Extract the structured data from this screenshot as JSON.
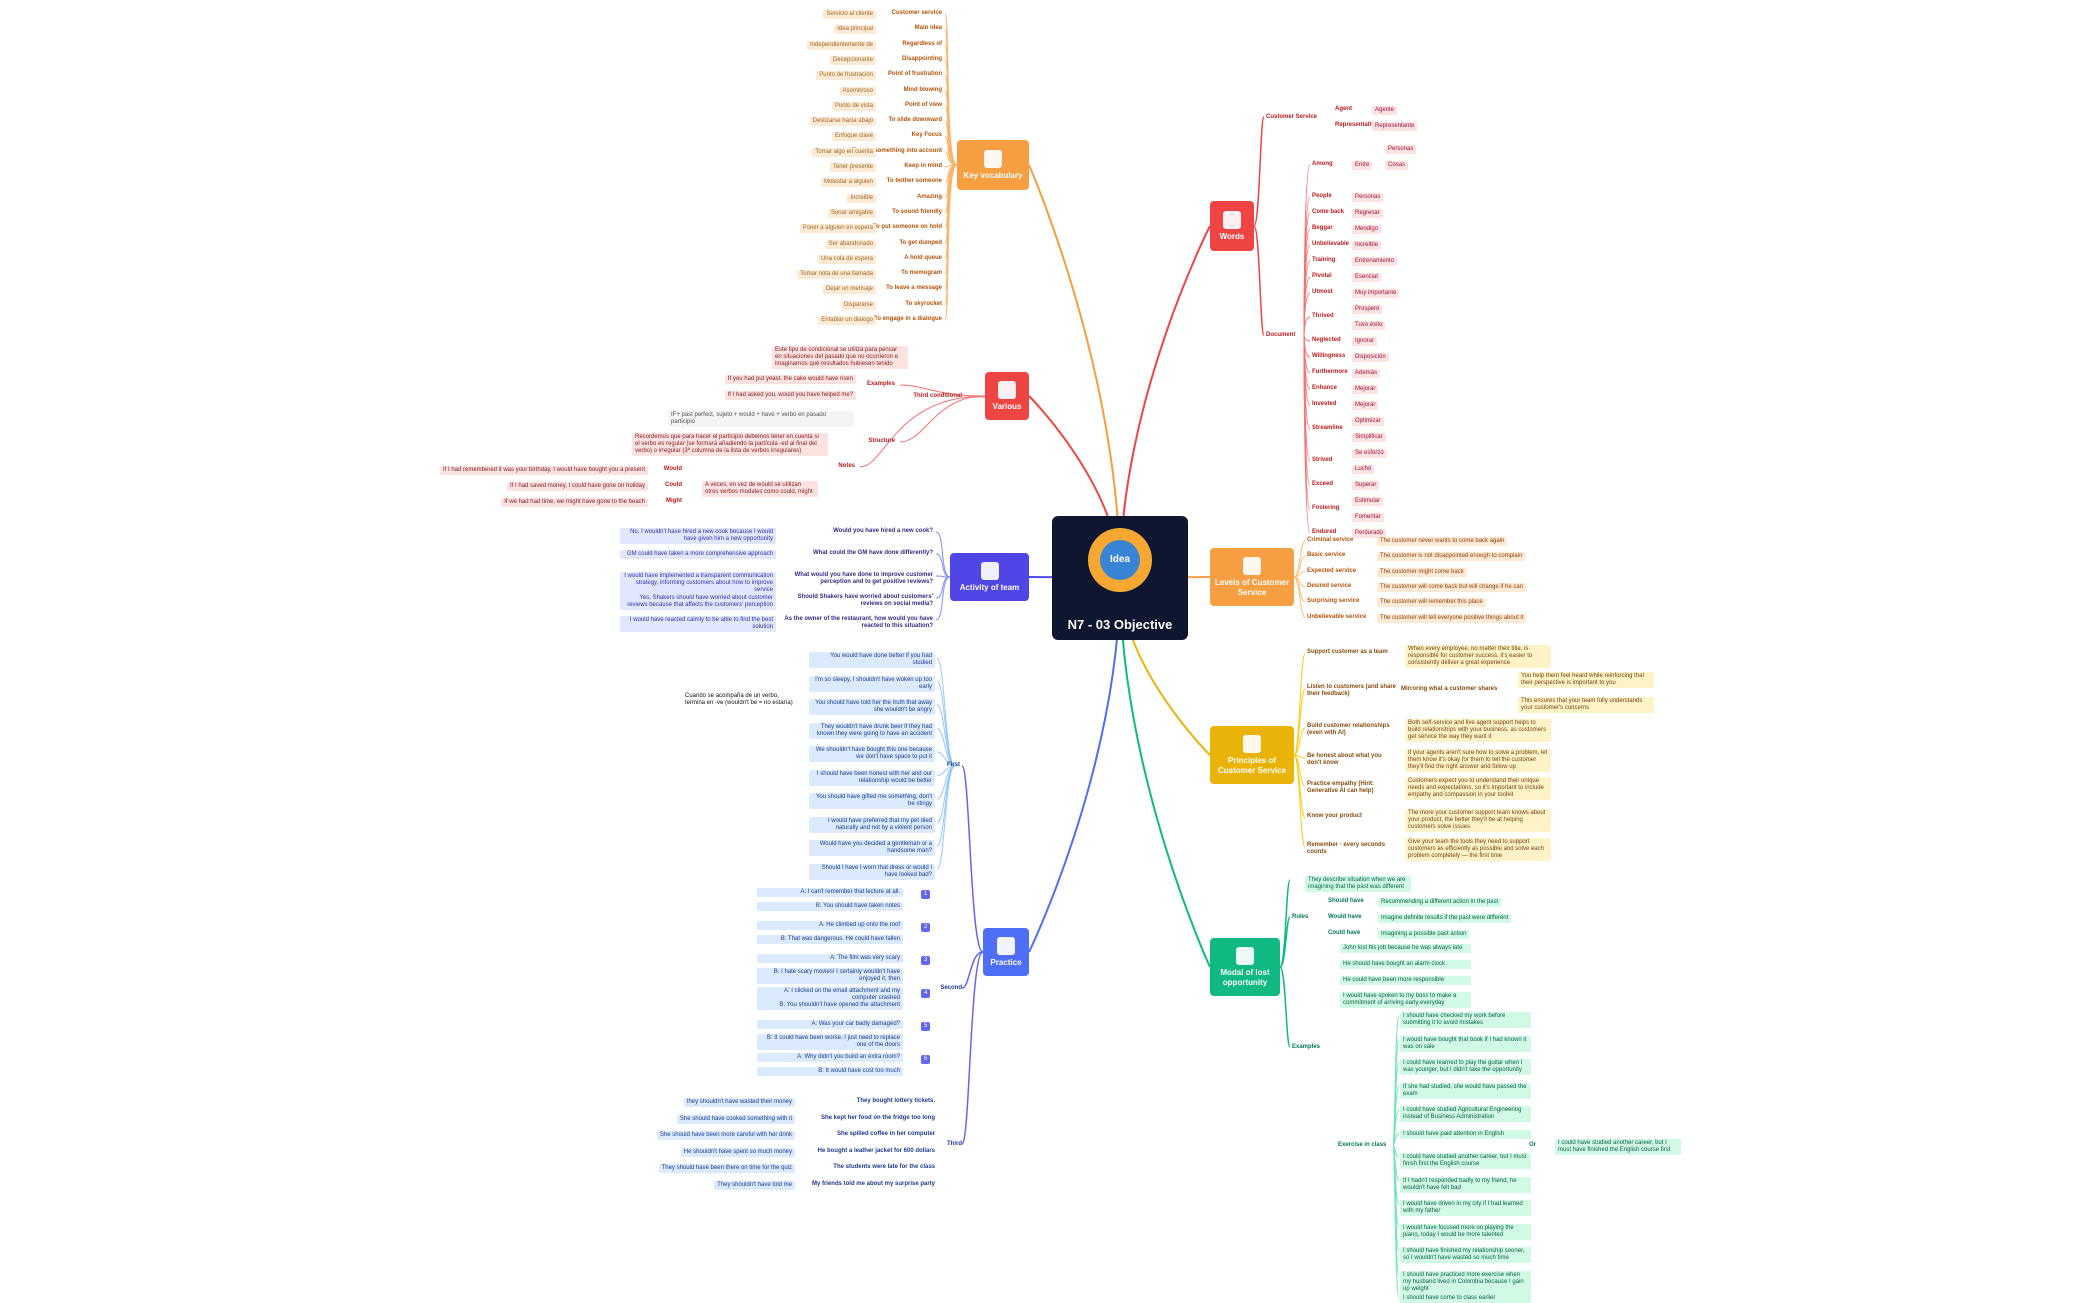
{
  "center": {
    "title": "N7 - 03 Objective",
    "logo_text": "Idea"
  },
  "colors": {
    "key_vocab": "#f59e42",
    "various": "#ef4444",
    "activity": "#4f46e5",
    "practice": "#4f6ef7",
    "words": "#ef4444",
    "levels": "#f59e42",
    "principles": "#eab308",
    "modal": "#10b981"
  },
  "branches": {
    "key_vocabulary": {
      "label": "Key vocabulary",
      "icon": "check-badge-icon"
    },
    "various": {
      "label": "Various",
      "icon": "magnifier-icon"
    },
    "activity": {
      "label": "Activity of team",
      "icon": "team-icon"
    },
    "practice": {
      "label": "Practice",
      "icon": "microphone-icon"
    },
    "words": {
      "label": "Words",
      "icon": "document-icon"
    },
    "levels": {
      "label": "Levels of Customer Service",
      "icon": "person-icon"
    },
    "principles": {
      "label": "Principles of Customer Service",
      "icon": "clipboard-icon"
    },
    "modal": {
      "label": "Modal of lost opportunity",
      "icon": "clock-icon"
    }
  },
  "key_vocabulary": [
    {
      "en": "Customer service",
      "es": "Servicio al cliente"
    },
    {
      "en": "Main idea",
      "es": "Idea principal"
    },
    {
      "en": "Regardless of",
      "es": "Independientemente de"
    },
    {
      "en": "Disappointing",
      "es": "Decepcionante"
    },
    {
      "en": "Point of frustration",
      "es": "Punto de frustración"
    },
    {
      "en": "Mind blowing",
      "es": "Asombroso"
    },
    {
      "en": "Point of view",
      "es": "Punto de vista"
    },
    {
      "en": "To slide downward",
      "es": "Deslizarse hacia abajo"
    },
    {
      "en": "Key Focus",
      "es": "Enfoque clave"
    },
    {
      "en": "To take something into account",
      "es": "Tomar algo en cuenta"
    },
    {
      "en": "Keep in mind",
      "es": "Tener presente"
    },
    {
      "en": "To bother someone",
      "es": "Molestar a alguien"
    },
    {
      "en": "Amazing",
      "es": "Increible"
    },
    {
      "en": "To sound friendly",
      "es": "Sonar amigable"
    },
    {
      "en": "To put someone on hold",
      "es": "Poner a alguien en espera"
    },
    {
      "en": "To get dumped",
      "es": "Ser abandonado"
    },
    {
      "en": "A hold queue",
      "es": "Una cola de espera"
    },
    {
      "en": "To memogram",
      "es": "Tomar nota de una llamada"
    },
    {
      "en": "To leave a message",
      "es": "Dejar un mensaje"
    },
    {
      "en": "To skyrocket",
      "es": "Dispararse"
    },
    {
      "en": "To engage in a dialogue",
      "es": "Entablar un dialogo"
    }
  ],
  "various": {
    "third_conditional": "Third conditional",
    "description": "Este tipo de condicional se utiliza para pensar en situaciones del pasado que no ocurrieron e imaginarnos qué resultados hubiesen tenido",
    "examples_label": "Examples",
    "examples": [
      "If you had put yeast, the cake would have risen",
      "If I had asked you, would you have helped me?"
    ],
    "structure_label": "Structure",
    "structure": "IF+ past perfect, sujeto + would + have + verbo en pasado participio",
    "notes_label": "Notes",
    "notes_1": "Recordemos que para hacer el participio debemos tener en cuenta si el verbo es regular (se formará añadiendo la partícula -ed al final del verbo) o irregular (3ª columna de la lista de verbos irregulares)",
    "notes_2": "A veces, en vez de would se utilizan otros verbos modales como could, might",
    "modals": [
      {
        "label": "Would",
        "example": "If I had remembered it was your birthday, I would have bought you a present"
      },
      {
        "label": "Could",
        "example": "If I had saved money, I could have gone on holiday"
      },
      {
        "label": "Might",
        "example": "If we had had time, we might have gone to the beach"
      }
    ]
  },
  "activity": [
    {
      "q": "Would you have hired a new cook?",
      "a": "No, I wouldn't have hired a new cook because I would have given him a new opportunity"
    },
    {
      "q": "What could the GM have done differently?",
      "a": "GM could have taken a more comprehensive approach"
    },
    {
      "q": "What would you have done to improve customer perception and to get positive reviews?",
      "a": "I would have implemented a transparent communication strategy, informing customers about how to improve service"
    },
    {
      "q": "Should Shakers have worried about customers' reviews on social media?",
      "a": "Yes, Shakers should have worried about customer reviews because that affects the customers' perception"
    },
    {
      "q": "As the owner of the restaurant, how would you have reacted to this situation?",
      "a": "I would have reacted calmly to be able to find the best solution"
    }
  ],
  "practice": {
    "first_label": "First",
    "first_note": "Cuando se acompaña de un verbo, termina en -ve (wouldn't be = no estaría)",
    "first": [
      "You would have done better if you had studied",
      "I'm so sleepy, I shouldn't have woken up too early",
      "You should have told her the truth that away she wouldn't be angry",
      "They wouldn't have drunk beer if they had known they were going to have an accident",
      "We shouldn't have bought this one because we don't have space to put it",
      "I should have been honest with her and our relationship would be better",
      "You should have gifted me something, don't be stingy",
      "I would have preferred that my pet died naturally and not by a violent person",
      "Would have you decided a gentleman or a handsome man?",
      "Should I have I worn that dress or would I have looked bad?"
    ],
    "second_label": "Second",
    "second": [
      {
        "n": "1",
        "lines": [
          "A: I can't remember that lecture at all.",
          "B: You should have taken notes"
        ]
      },
      {
        "n": "2",
        "lines": [
          "A: He climbed up onto the roof",
          "B: That was dangerous. He could have fallen"
        ]
      },
      {
        "n": "3",
        "lines": [
          "A: The film was very scary",
          "B: I hate scary movies! I certainly wouldn't have enjoyed it, then"
        ]
      },
      {
        "n": "4",
        "lines": [
          "A: I clicked on the email attachment and my computer crashed",
          "B: You shouldn't have opened the attachment"
        ]
      },
      {
        "n": "5",
        "lines": [
          "A: Was your car badly damaged?",
          "B: It could have been worse. I just need to replace one of the doors"
        ]
      },
      {
        "n": "6",
        "lines": [
          "A: Why didn't you build an extra room?",
          "B: It would have cost too much"
        ]
      }
    ],
    "third_label": "Third",
    "third": [
      {
        "s": "They bought lottery tickets.",
        "a": "they shouldn't have wasted their money"
      },
      {
        "s": "She kept her food on the fridge too long",
        "a": "She should have cooked something with it"
      },
      {
        "s": "She spilled coffee in her computer",
        "a": "She should have been more careful with her drink"
      },
      {
        "s": "He bought a leather jacket for 600 dollars",
        "a": "He shouldn't have spent so much money"
      },
      {
        "s": "The students were late for the class",
        "a": "They should have been there on time for the quiz"
      },
      {
        "s": "My friends told me about my surprise party",
        "a": "They shouldn't have told me"
      }
    ]
  },
  "words": {
    "customer_service": "Customer Service",
    "cs_items": [
      {
        "en": "Agent",
        "es": "Agente"
      },
      {
        "en": "Representative",
        "es": "Representante"
      }
    ],
    "document": "Document",
    "doc_items": [
      {
        "en": "Among",
        "es": [
          "Entre",
          "Personas",
          "Cosas"
        ]
      },
      {
        "en": "People",
        "es": [
          "Personas"
        ]
      },
      {
        "en": "Come back",
        "es": [
          "Regresar"
        ]
      },
      {
        "en": "Beggar",
        "es": [
          "Mendigo"
        ]
      },
      {
        "en": "Unbelievable",
        "es": [
          "Increíble"
        ]
      },
      {
        "en": "Training",
        "es": [
          "Entrenamiento"
        ]
      },
      {
        "en": "Pivotal",
        "es": [
          "Esencial"
        ]
      },
      {
        "en": "Utmost",
        "es": [
          "Muy importante"
        ]
      },
      {
        "en": "Thrived",
        "es": [
          "Prosperó",
          "Tuvo éxito"
        ]
      },
      {
        "en": "Neglected",
        "es": [
          "Ignorar"
        ]
      },
      {
        "en": "Willingness",
        "es": [
          "Disposición"
        ]
      },
      {
        "en": "Furthermore",
        "es": [
          "Además"
        ]
      },
      {
        "en": "Enhance",
        "es": [
          "Mejorar"
        ]
      },
      {
        "en": "Invested",
        "es": [
          "Mejorar"
        ]
      },
      {
        "en": "Streamline",
        "es": [
          "Optimizar",
          "Simplificar"
        ]
      },
      {
        "en": "Strived",
        "es": [
          "Se esforzó",
          "Luchó"
        ]
      },
      {
        "en": "Exceed",
        "es": [
          "Superar"
        ]
      },
      {
        "en": "Fostering",
        "es": [
          "Estimular",
          "Fomentar"
        ]
      },
      {
        "en": "Endured",
        "es": [
          "Perdurado"
        ]
      }
    ]
  },
  "levels": [
    {
      "k": "Criminal service",
      "v": "The customer never wants to come back again"
    },
    {
      "k": "Basic service",
      "v": "The customer is not disappointed enough to complain"
    },
    {
      "k": "Expected service",
      "v": "The customer might come back"
    },
    {
      "k": "Desired service",
      "v": "The customer will come back but will change if he can"
    },
    {
      "k": "Surprising service",
      "v": "The customer will remember this place"
    },
    {
      "k": "Unbelievable service",
      "v": "The customer will tell everyone positive things about it"
    }
  ],
  "principles": [
    {
      "k": "Support customer as a team",
      "v": "When every employee, no matter their title, is responsible for customer success, it's easier to consistently deliver a great experience"
    },
    {
      "k": "Listen to customers (and share their feedback)",
      "mid": "Mirroring what a customer shares",
      "v": "You help them feel heard while reinforcing that their perspective is important to you",
      "v2": "This ensures that your team fully understands your customer's concerns"
    },
    {
      "k": "Build customer relationships (even with AI)",
      "v": "Both self-service and live agent support helps to build relationships with your business, as customers get service the way they want it"
    },
    {
      "k": "Be honest about what you don't know",
      "v": "If your agents aren't sure how to solve a problem, let them know it's okay for them to tell the customer they'll find the right answer and follow up"
    },
    {
      "k": "Practice empathy (Hint: Generative AI can help)",
      "v": "Customers expect you to understand their unique needs and expectations, so it's important to include empathy and compassion in your toolkit"
    },
    {
      "k": "Know your product",
      "v": "The more your customer support team knows about your product, the better they'll be at helping customers solve issues"
    },
    {
      "k": "Remember - every seconds counts",
      "v": "Give your team the tools they need to support customers as efficiently as possible and solve each problem completely — the first time"
    }
  ],
  "modal": {
    "intro": "They describe situation when we are imagining that the past was different",
    "rules_label": "Rules",
    "rules": [
      {
        "k": "Should have",
        "v": "Recommending a different action in the past"
      },
      {
        "k": "Would have",
        "v": "Imagine definite results if the past were different"
      },
      {
        "k": "Could have",
        "v": "Imagining a possible past action"
      }
    ],
    "examples_label": "Examples",
    "examples": [
      "John lost his job because he was always late",
      "He should have bought an alarm clock",
      "He could have been more responsible",
      "I would have spoken to my boss to make a commitment of arriving early everyday"
    ],
    "exercise_label": "Exercise in class",
    "or_label": "Or",
    "or_alt": "I could have studied another career, but I must have finished the English course first",
    "exercise": [
      "I should have checked my work before submitting it to avoid mistakes",
      "I would have bought that book if I had known it was on sale",
      "I could have learned to play the guitar when I was younger, but I didn't take the opportunity",
      "If she had studied, she would have passed the exam",
      "I could have studied Agricultural Engineering instead of Business Administration",
      "I should have paid attention in English",
      "I could have studied another career, but I must finish first the English course",
      "If I hadn't responded badly to my friend, he wouldn't have felt bad",
      "I would have driven in my city if I had learned with my father",
      "I would have focused more on playing the piano, today I would be more talented",
      "I should have finished my relationship sooner, so I wouldn't have wasted so much time",
      "I should have practiced more exercise when my husband lived in Colombia because I gain up weight",
      "I should have come to class earlier"
    ]
  }
}
